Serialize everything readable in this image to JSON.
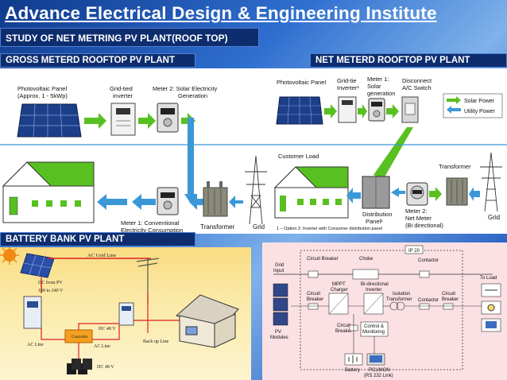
{
  "title": "Advance Electrical Design & Engineering Institute",
  "subtitle": "STUDY OF NET METRING PV PLANT(ROOF TOP)",
  "gross": {
    "heading": "GROSS METERD ROOFTOP PV PLANT",
    "pv_panel_line1": "Photovoltaic Panel",
    "pv_panel_line2": "(Approx. 1 - 5kWp)",
    "inverter_line1": "Grid-tied",
    "inverter_line2": "inverter",
    "meter2_line1": "Meter 2: Solar Electricity",
    "meter2_line2": "Generation",
    "meter1_line1": "Meter 1: Conventional",
    "meter1_line2": "Electricity Consumption",
    "transformer": "Transformer",
    "grid": "Grid"
  },
  "net": {
    "heading": "NET METERD ROOFTOP PV PLANT",
    "pv_panel": "Photovoltaic Panel",
    "inverter_line1": "Grid-tie",
    "inverter_line2": "Inverter¹",
    "meter1_line1": "Meter 1:",
    "meter1_line2": "Solar",
    "meter1_line3": "generation",
    "disconnect_line1": "Disconnect",
    "disconnect_line2": "A/C Switch",
    "legend_solar": "Solar Power",
    "legend_utility": "Utility Power",
    "customer_load": "Customer Load",
    "distribution_line1": "Distribution",
    "distribution_line2": "Panel¹",
    "meter2_line1": "Meter 2:",
    "meter2_line2": "Net Meter",
    "meter2_line3": "(Bi directional)",
    "transformer": "Transformer",
    "grid": "Grid",
    "footnote": "1 –  Option 2: Inverter with Consumer distribution panel"
  },
  "battery": {
    "heading": "BATTERY BANK PV PLANT",
    "ac_grid_line": "AC Grid Line",
    "dc_from_pv_line1": "DC from PV",
    "dc_from_pv_line2": "160 to 240 V",
    "dc48_top": "DC 48 V",
    "controller": "Controller",
    "ac_line_left": "AC Line",
    "ac_line_mid": "AC Line",
    "backup_line": "Back up Line",
    "dc48_bottom": "DC 48 V"
  },
  "schematic": {
    "ip20": "IP 20",
    "circuit_breaker_top": "Circuit\nBreaker",
    "choke": "Choke",
    "contactor_top": "Contactor",
    "grid_input_line1": "Grid",
    "grid_input_line2": "Input",
    "to_load": "To Load",
    "mppt_line1": "MPPT",
    "mppt_line2": "Charger",
    "bidir_line1": "Bi-directional",
    "bidir_line2": "Inverter",
    "isolation_line1": "Isolation",
    "isolation_line2": "Transformer",
    "contactor_mid": "Contactor",
    "cb_left_line1": "Circuit",
    "cb_left_line2": "Breaker",
    "cb_right_line1": "Circuit",
    "cb_right_line2": "Breaker",
    "pv_modules_line1": "PV",
    "pv_modules_line2": "Modules",
    "cb_bottom_line1": "Circuit",
    "cb_bottom_line2": "Breaker",
    "control_line1": "Control &",
    "control_line2": "Monitoring",
    "battery": "Battery",
    "pcumon_line1": "PCUMON",
    "pcumon_line2": "(RS 232 Link)"
  },
  "colors": {
    "solar_green": "#58c020",
    "utility_blue": "#3a98d8",
    "header_navy": "#0d2d6e",
    "battery_red": "#e02020"
  }
}
